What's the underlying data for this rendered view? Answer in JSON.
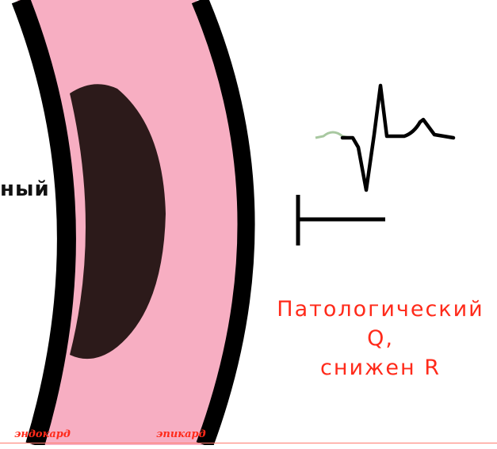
{
  "diagram": {
    "cut_label": "ный",
    "caption_lines": [
      "Патологический",
      "Q,",
      "снижен R"
    ],
    "labels": {
      "endocardium": "эндокард",
      "epicardium": "эпикард"
    },
    "colors": {
      "myocardium": "#f7aec2",
      "wall_borders": "#000000",
      "necrosis_zone": "#2c1a1a",
      "ecg_trace": "#000000",
      "ecg_previous_trace": "#a8c8a0",
      "caption": "#ff2a1a"
    },
    "icons": [
      "electrode-symbol"
    ]
  }
}
